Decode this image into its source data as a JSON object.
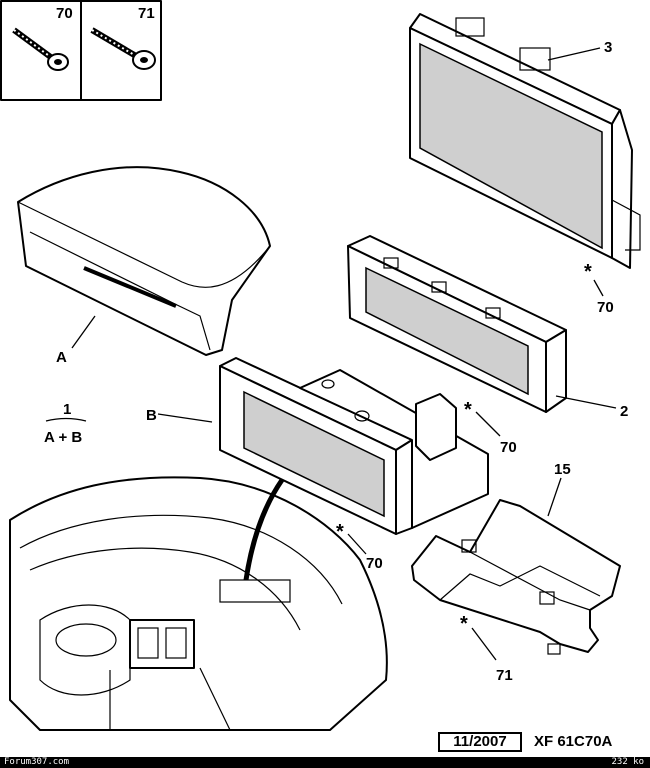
{
  "screws": [
    {
      "label": "70"
    },
    {
      "label": "71"
    }
  ],
  "callouts": {
    "part_3": "3",
    "part_2": "2",
    "part_15": "15",
    "part_A": "A",
    "part_B": "B",
    "star_70_top": "70",
    "star_70_mid": "70",
    "star_70_low": "70",
    "star_71": "71",
    "star_symbol": "*"
  },
  "legend": {
    "number": "1",
    "formula": "A + B"
  },
  "footer": {
    "date": "11/2007",
    "ref": "XF 61C70A",
    "site": "Forum307.com",
    "size": "232 ko"
  }
}
